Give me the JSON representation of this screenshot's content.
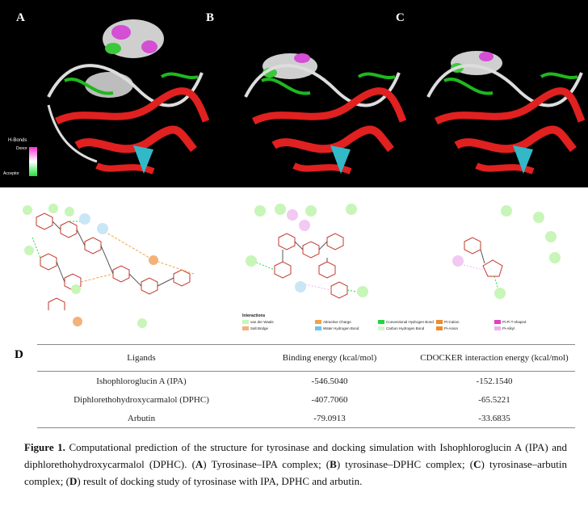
{
  "panels": {
    "a_letter": "A",
    "b_letter": "B",
    "c_letter": "C",
    "d_letter": "D"
  },
  "hbond_legend": {
    "title": "H-Bonds",
    "donor": "Donor",
    "acceptor": "Acceptor",
    "donor_color": "#ff2fd6",
    "acceptor_color": "#22e03a"
  },
  "interaction_legend": {
    "title": "Interactions",
    "items": [
      {
        "label": "van der Waals",
        "color": "#c8f5b8"
      },
      {
        "label": "Salt Bridge",
        "color": "#f2b27a"
      },
      {
        "label": "Attractive Charge",
        "color": "#f0a24a"
      },
      {
        "label": "Water Hydrogen Bond",
        "color": "#6cc4f0"
      },
      {
        "label": "Conventional Hydrogen Bond",
        "color": "#22d63a"
      },
      {
        "label": "Carbon Hydrogen Bond",
        "color": "#d8f3d0"
      },
      {
        "label": "Pi-Cation",
        "color": "#f08a2a"
      },
      {
        "label": "Pi-Anion",
        "color": "#f08a2a"
      },
      {
        "label": "Pi-Pi T-shaped",
        "color": "#e040c0"
      },
      {
        "label": "Pi-Alkyl",
        "color": "#f0b0f0"
      }
    ]
  },
  "table": {
    "headers": [
      "Ligands",
      "Binding energy (kcal/mol)",
      "CDOCKER interaction energy (kcal/mol)"
    ],
    "rows": [
      {
        "ligand": "Ishophloroglucin A (IPA)",
        "binding": "-546.5040",
        "cdocker": "-152.1540"
      },
      {
        "ligand": "Diphlorethohydroxycarmalol (DPHC)",
        "binding": "-407.7060",
        "cdocker": "-65.5221"
      },
      {
        "ligand": "Arbutin",
        "binding": "-79.0913",
        "cdocker": "-33.6835"
      }
    ]
  },
  "caption": {
    "label": "Figure 1.",
    "t1": " Computational prediction of the structure for tyrosinase and docking simulation with Ishophloroglucin A (IPA) and diphlorethohydroxycarmalol (DPHC). (",
    "a": "A",
    "t2": ") Tyrosinase–IPA complex; (",
    "b": "B",
    "t3": ") tyrosinase–DPHC complex; (",
    "c": "C",
    "t4": ") tyrosinase–arbutin complex; (",
    "d": "D",
    "t5": ") result of docking study of tyrosinase with IPA, DPHC and arbutin."
  }
}
